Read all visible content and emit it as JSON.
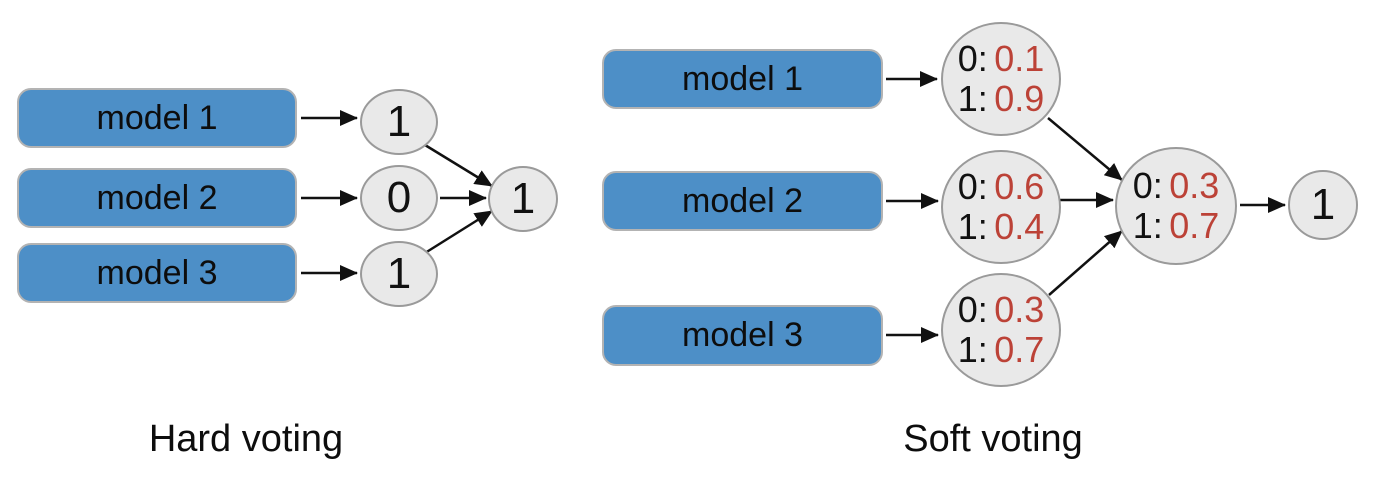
{
  "colors": {
    "background": "#ffffff",
    "model_box": "#4d8fc7",
    "node_fill": "#e9e9e9",
    "node_border": "#9a9a9a",
    "prob_value": "#bc4237",
    "text": "#111111"
  },
  "hard_voting": {
    "caption": "Hard voting",
    "models": [
      {
        "label": "model 1",
        "vote": "1"
      },
      {
        "label": "model 2",
        "vote": "0"
      },
      {
        "label": "model 3",
        "vote": "1"
      }
    ],
    "result": "1"
  },
  "soft_voting": {
    "caption": "Soft voting",
    "models": [
      {
        "label": "model 1",
        "p0_label": "0:",
        "p0": "0.1",
        "p1_label": "1:",
        "p1": "0.9"
      },
      {
        "label": "model 2",
        "p0_label": "0:",
        "p0": "0.6",
        "p1_label": "1:",
        "p1": "0.4"
      },
      {
        "label": "model 3",
        "p0_label": "0:",
        "p0": "0.3",
        "p1_label": "1:",
        "p1": "0.7"
      }
    ],
    "average": {
      "p0_label": "0:",
      "p0": "0.3",
      "p1_label": "1:",
      "p1": "0.7"
    },
    "result": "1"
  }
}
